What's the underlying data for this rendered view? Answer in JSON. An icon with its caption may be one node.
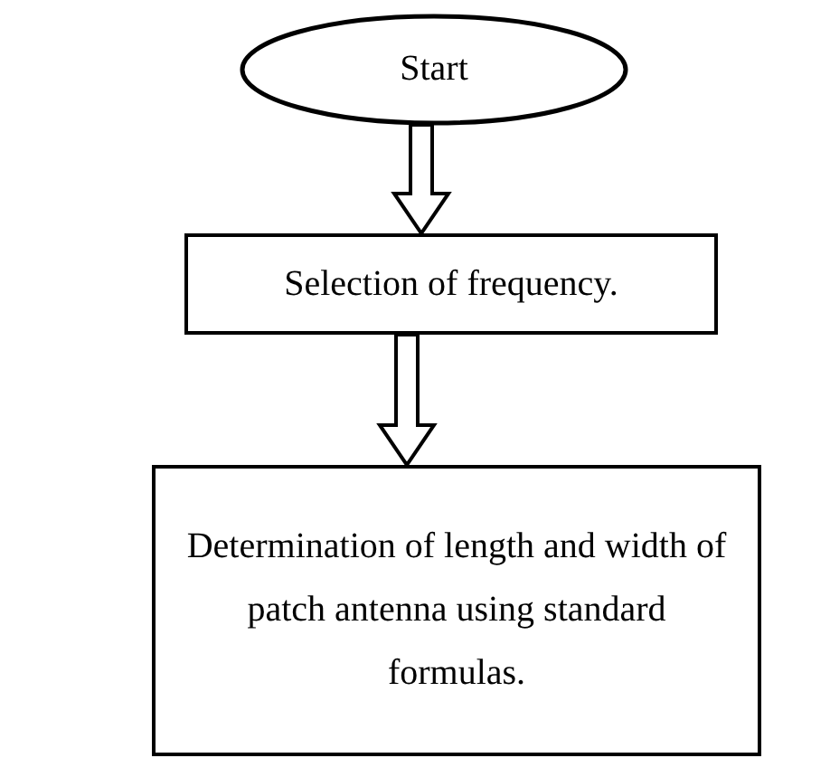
{
  "diagram": {
    "nodes": [
      {
        "text": [
          "Start"
        ]
      },
      {
        "text": [
          "Selection of frequency."
        ]
      },
      {
        "text": [
          "Determination of length and width of patch antenna using standard formulas."
        ]
      }
    ],
    "edges": [
      {
        "from": 0,
        "to": 1,
        "arrow": "to"
      },
      {
        "from": 1,
        "to": 2,
        "arrow": "to"
      }
    ]
  }
}
